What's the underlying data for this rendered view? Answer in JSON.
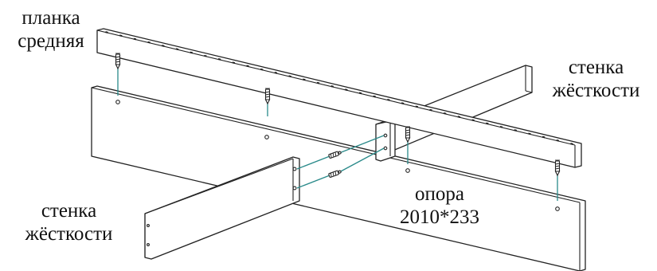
{
  "labels": {
    "planka_line1": "планка",
    "planka_line2": "средняя",
    "stenka_right_line1": "стенка",
    "stenka_right_line2": "жёсткости",
    "stenka_left_line1": "стенка",
    "stenka_left_line2": "жёсткости",
    "opora_line1": "опора",
    "opora_line2": "2010*233"
  },
  "colors": {
    "guide_line": "#2a8a8a",
    "outline": "#222222",
    "background": "#ffffff"
  },
  "icons": [
    "screw-icon",
    "dowel-icon"
  ]
}
